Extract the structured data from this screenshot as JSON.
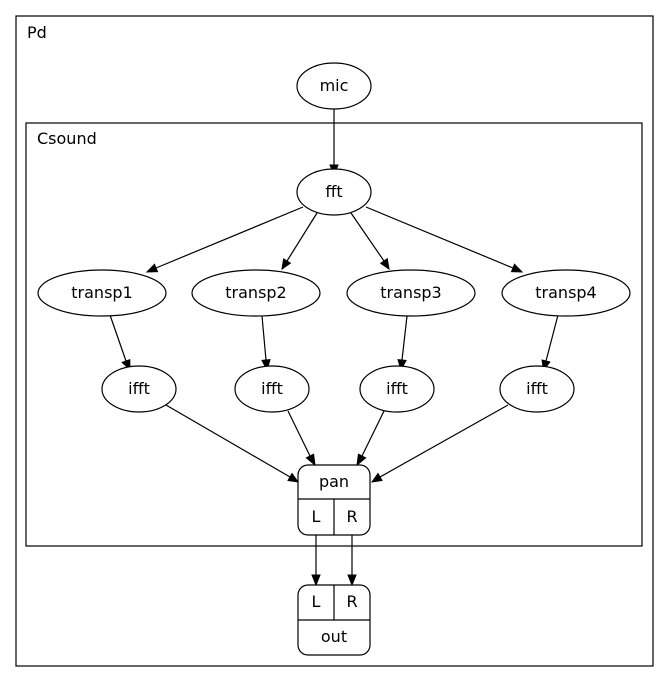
{
  "clusters": {
    "pd": {
      "label": "Pd"
    },
    "csound": {
      "label": "Csound"
    }
  },
  "nodes": {
    "mic": "mic",
    "fft": "fft",
    "transp1": "transp1",
    "transp2": "transp2",
    "transp3": "transp3",
    "transp4": "transp4",
    "ifft1": "ifft",
    "ifft2": "ifft",
    "ifft3": "ifft",
    "ifft4": "ifft",
    "pan": {
      "label": "pan",
      "port_l": "L",
      "port_r": "R"
    },
    "out": {
      "label": "out",
      "port_l": "L",
      "port_r": "R"
    }
  },
  "edges": [
    {
      "from": "mic",
      "to": "fft"
    },
    {
      "from": "fft",
      "to": "transp1"
    },
    {
      "from": "fft",
      "to": "transp2"
    },
    {
      "from": "fft",
      "to": "transp3"
    },
    {
      "from": "fft",
      "to": "transp4"
    },
    {
      "from": "transp1",
      "to": "ifft1"
    },
    {
      "from": "transp2",
      "to": "ifft2"
    },
    {
      "from": "transp3",
      "to": "ifft3"
    },
    {
      "from": "transp4",
      "to": "ifft4"
    },
    {
      "from": "ifft1",
      "to": "pan"
    },
    {
      "from": "ifft2",
      "to": "pan"
    },
    {
      "from": "ifft3",
      "to": "pan"
    },
    {
      "from": "ifft4",
      "to": "pan"
    },
    {
      "from": "pan.L",
      "to": "out.L"
    },
    {
      "from": "pan.R",
      "to": "out.R"
    }
  ]
}
